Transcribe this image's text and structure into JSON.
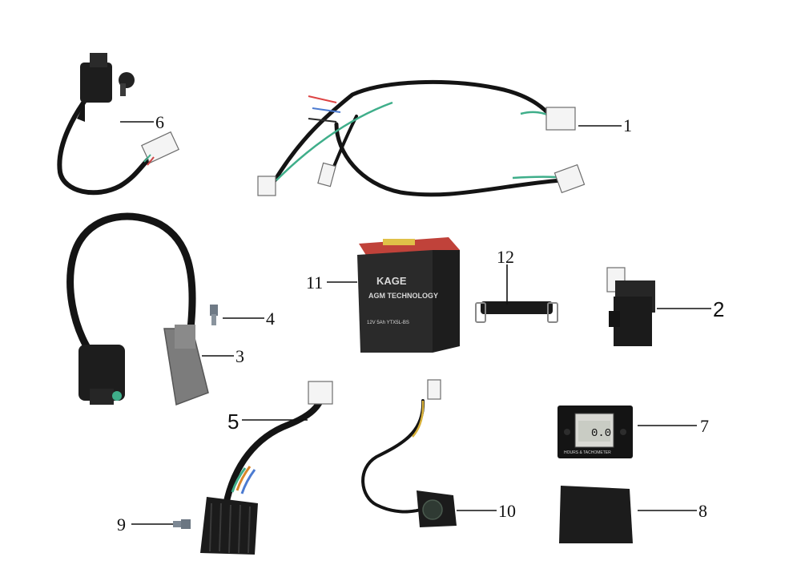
{
  "callouts": [
    {
      "id": "1",
      "label": "1"
    },
    {
      "id": "2",
      "label": "2"
    },
    {
      "id": "3",
      "label": "3"
    },
    {
      "id": "4",
      "label": "4"
    },
    {
      "id": "5",
      "label": "5"
    },
    {
      "id": "6",
      "label": "6"
    },
    {
      "id": "7",
      "label": "7"
    },
    {
      "id": "8",
      "label": "8"
    },
    {
      "id": "9",
      "label": "9"
    },
    {
      "id": "10",
      "label": "10"
    },
    {
      "id": "11",
      "label": "11"
    },
    {
      "id": "12",
      "label": "12"
    }
  ],
  "battery": {
    "brand": "KAGE",
    "subtitle": "AGM TECHNOLOGY",
    "small_print": "12V 5Ah  YTX5L-BS"
  },
  "meter": {
    "reading": "0.0",
    "caption": "HOURS & TACHOMETER"
  },
  "colors": {
    "cable": "#141414",
    "wire_green": "#3fae8a",
    "wire_yellow": "#d9b23a",
    "battery_lid": "#c0423a",
    "battery_body": "#2a2a2a",
    "callout_text": "#111111"
  },
  "icons": {
    "ignition_switch": "ignition-key-switch-icon",
    "wiring_harness": "wiring-harness-icon",
    "cdi_unit": "cdi-unit-icon",
    "ignition_coil": "ignition-coil-icon",
    "regulator": "voltage-regulator-icon",
    "battery": "battery-icon",
    "battery_strap": "battery-strap-icon",
    "hour_meter": "hour-meter-icon",
    "foam_pad": "foam-pad-icon",
    "sensor": "sensor-icon",
    "bolt": "bolt-icon"
  }
}
